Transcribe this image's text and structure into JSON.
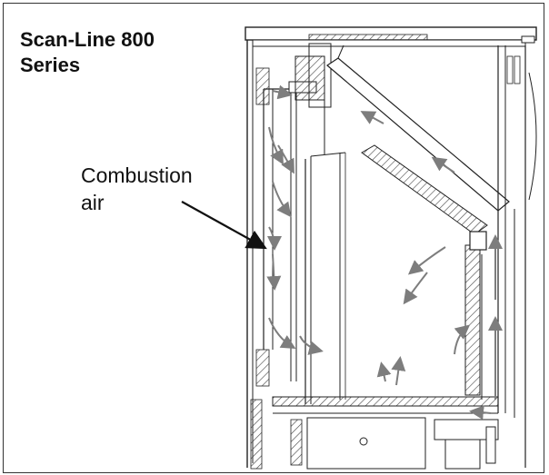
{
  "title": "Scan-Line 800 Series",
  "callout": {
    "line1": "Combustion",
    "line2": "air"
  },
  "colors": {
    "line": "#222222",
    "hatch": "#444444",
    "airflow_arrow": "#7d7d7d",
    "pointer_arrow": "#111111",
    "background": "#ffffff"
  },
  "icons": [
    "pointer-arrow",
    "airflow-arrow",
    "screw-icon",
    "knob-icon"
  ]
}
